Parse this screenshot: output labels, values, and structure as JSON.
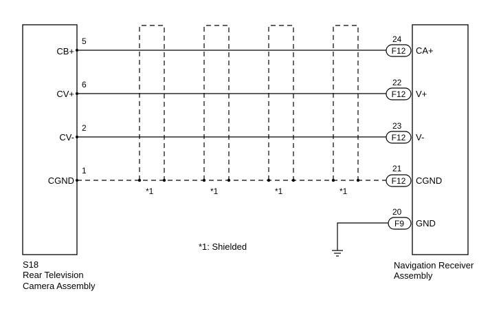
{
  "left_device": {
    "code": "S18",
    "name_line1": "Rear Television",
    "name_line2": "Camera Assembly"
  },
  "right_device": {
    "name_line1": "Navigation Receiver",
    "name_line2": "Assembly"
  },
  "wires": [
    {
      "left_pin": "5",
      "left_signal": "CB+",
      "right_pin": "24",
      "connector": "F12",
      "right_signal": "CA+",
      "style": "solid"
    },
    {
      "left_pin": "6",
      "left_signal": "CV+",
      "right_pin": "22",
      "connector": "F12",
      "right_signal": "V+",
      "style": "solid"
    },
    {
      "left_pin": "2",
      "left_signal": "CV-",
      "right_pin": "23",
      "connector": "F12",
      "right_signal": "V-",
      "style": "solid"
    },
    {
      "left_pin": "1",
      "left_signal": "CGND",
      "right_pin": "21",
      "connector": "F12",
      "right_signal": "CGND",
      "style": "dashed"
    }
  ],
  "ground_wire": {
    "right_pin": "20",
    "connector": "F9",
    "right_signal": "GND"
  },
  "shield_marks": [
    "*1",
    "*1",
    "*1",
    "*1"
  ],
  "note": "*1: Shielded"
}
